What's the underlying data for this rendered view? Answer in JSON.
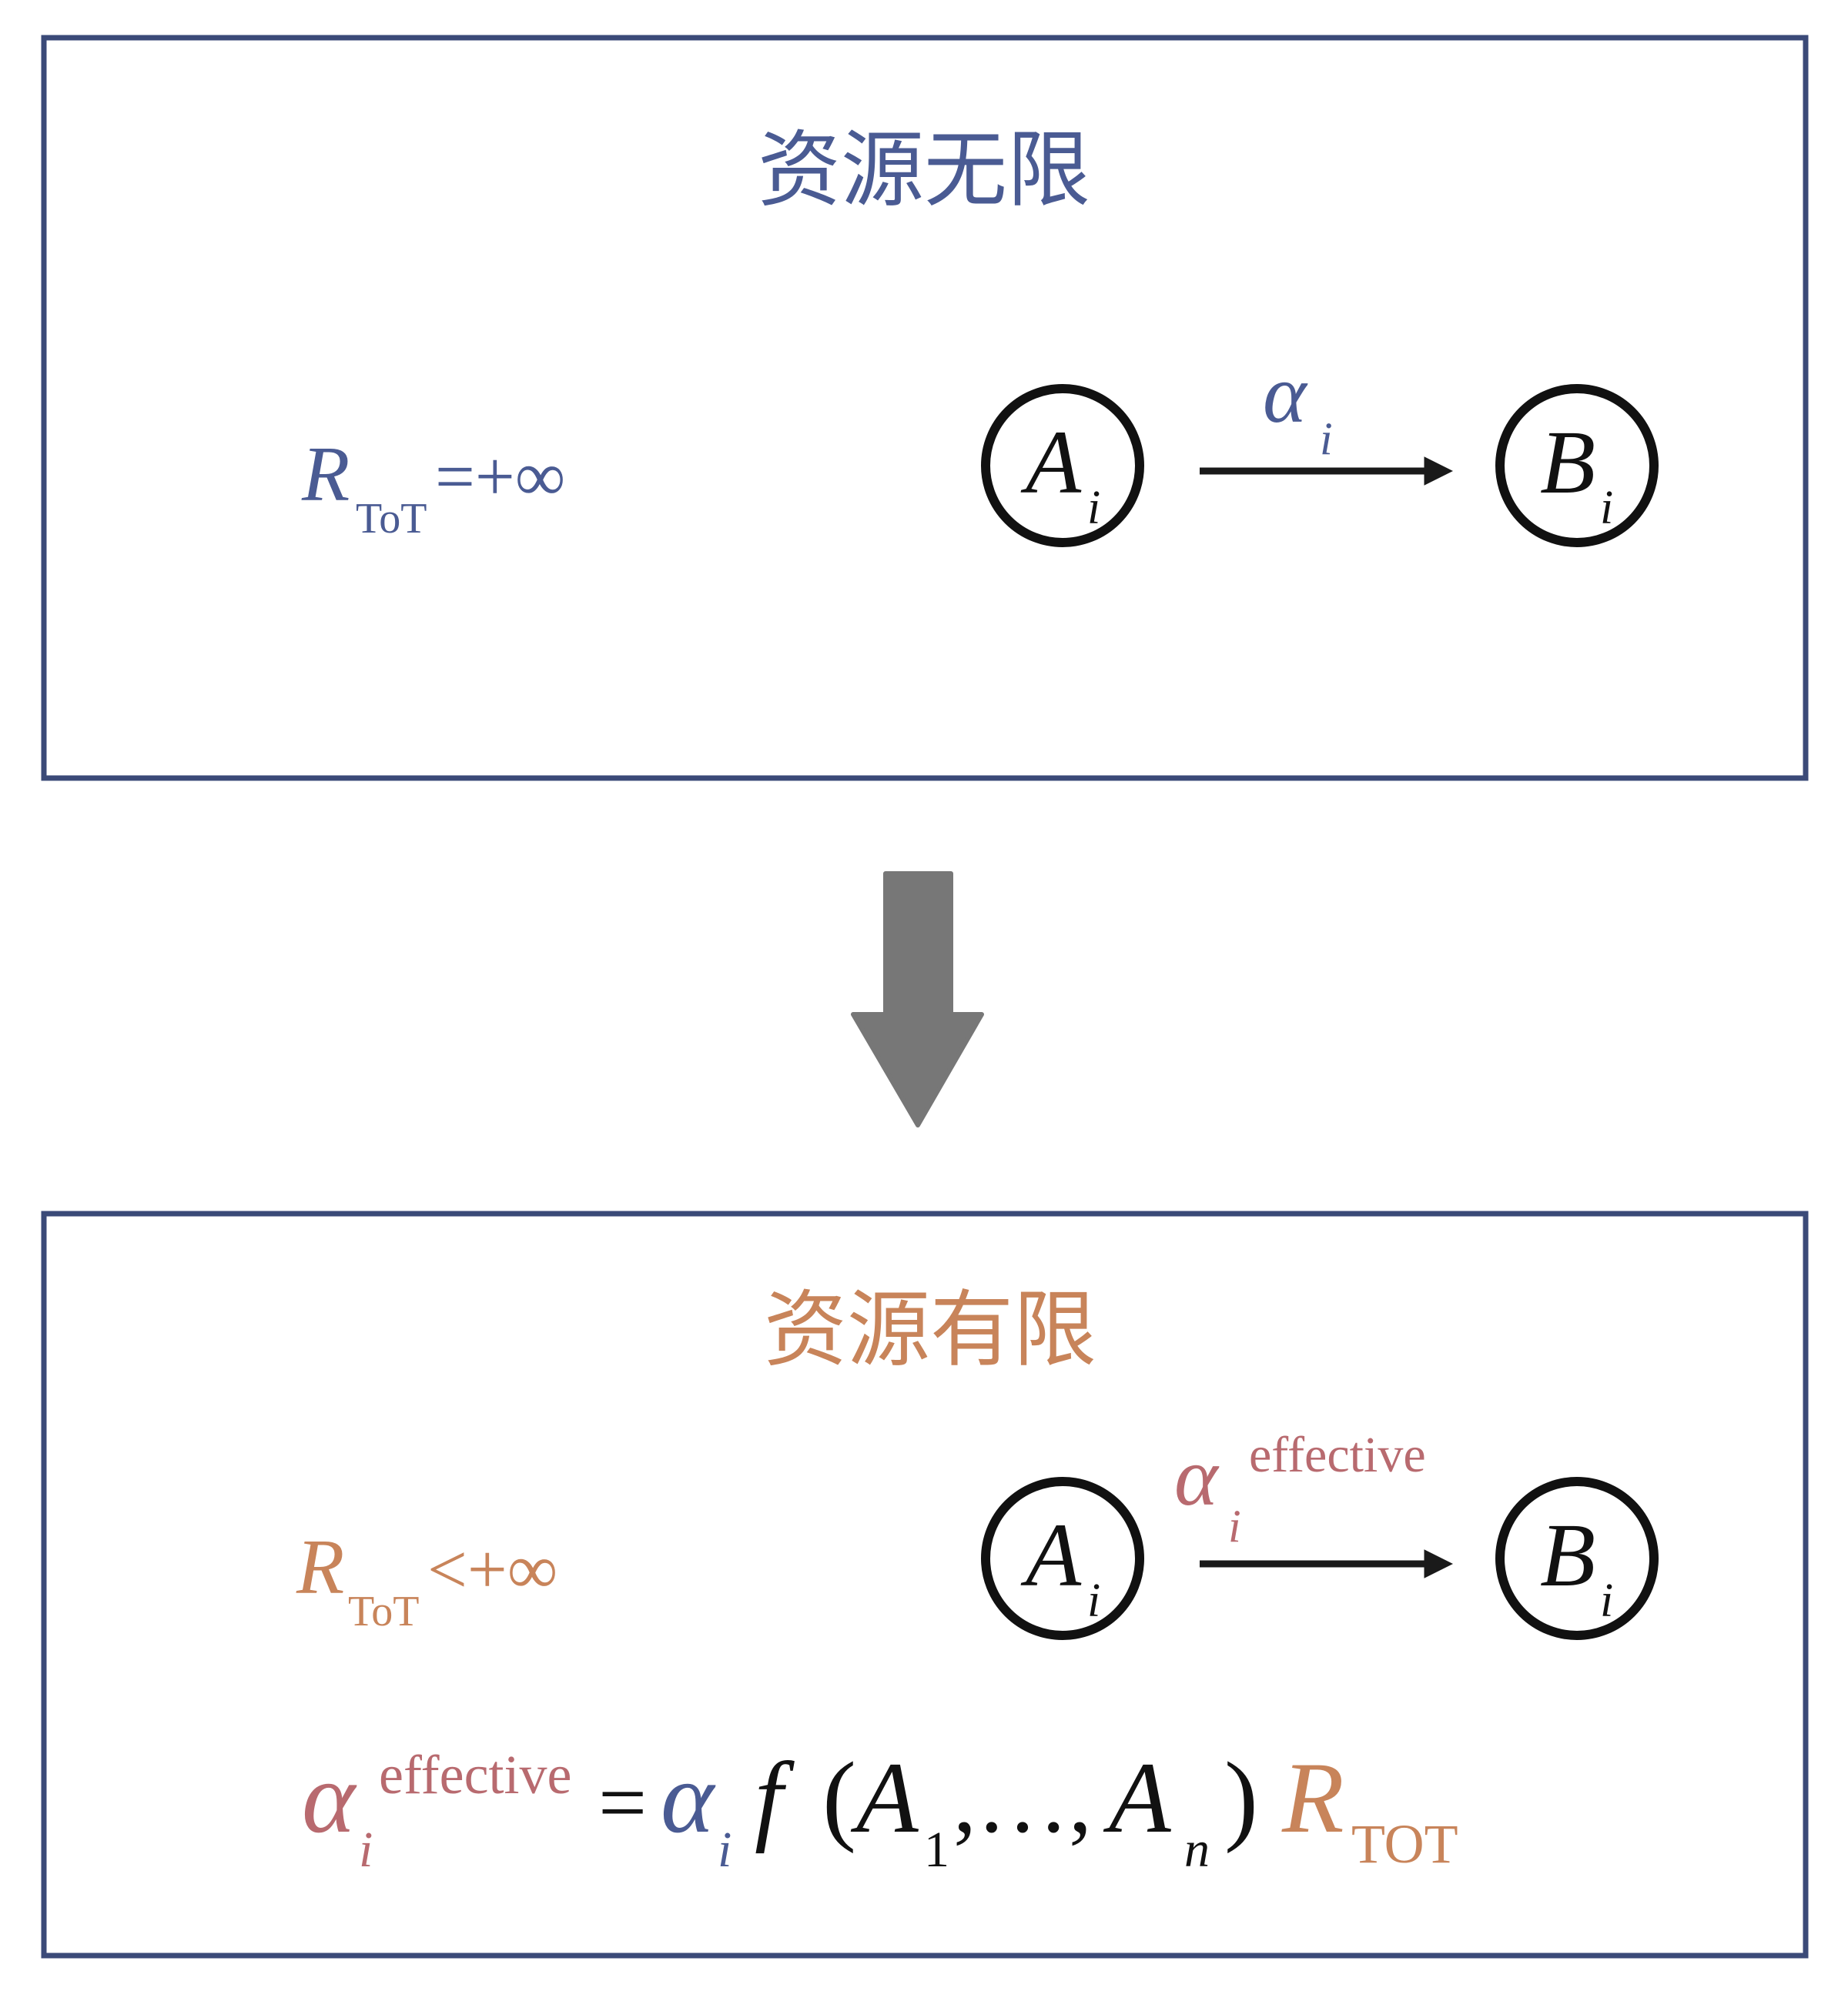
{
  "colors": {
    "frame": "#3b4a78",
    "blue": "#4a5b93",
    "orange": "#c8845a",
    "pink": "#b86a6f",
    "black": "#1a1a1a",
    "down_arrow": "#777777"
  },
  "top_panel": {
    "title": "资源无限",
    "resource_symbol": "R",
    "resource_sub": "ToT",
    "resource_rel": "=+∞",
    "node_a": {
      "symbol": "A",
      "sub": "i"
    },
    "node_b": {
      "symbol": "B",
      "sub": "i"
    },
    "rate": {
      "symbol": "α",
      "sub": "i"
    }
  },
  "bottom_panel": {
    "title": "资源有限",
    "resource_symbol": "R",
    "resource_sub": "ToT",
    "resource_rel": "<+∞",
    "node_a": {
      "symbol": "A",
      "sub": "i"
    },
    "node_b": {
      "symbol": "B",
      "sub": "i"
    },
    "rate": {
      "symbol": "α",
      "sub": "i",
      "sup": "effective"
    },
    "equation": {
      "lhs_symbol": "α",
      "lhs_sub": "i",
      "lhs_sup": "effective",
      "equals": "=",
      "rhs_alpha": "α",
      "rhs_alpha_sub": "i",
      "func": "f",
      "open_paren": "(",
      "arg1": "A",
      "arg1_sub": "1",
      "sep": ",…,",
      "argn": "A",
      "argn_sub": "n",
      "close_paren": ")",
      "resource_symbol": "R",
      "resource_sub": "TOT"
    }
  }
}
